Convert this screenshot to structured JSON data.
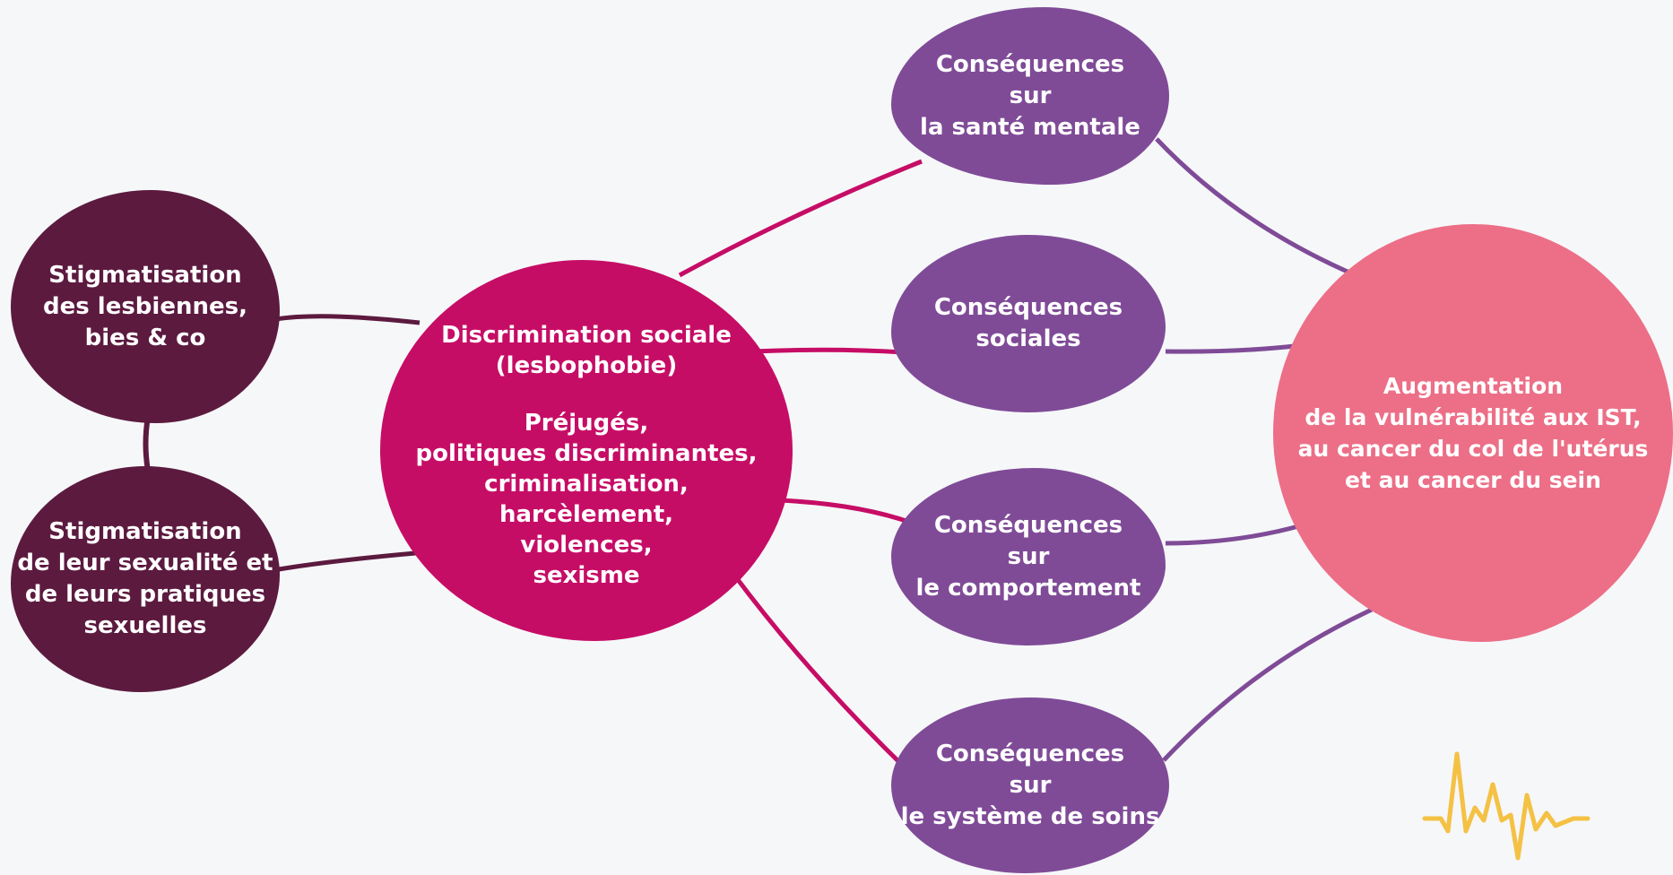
{
  "colors": {
    "background": "#f6f7f9",
    "dark_node": "#5c1a3f",
    "central_node": "#c60d66",
    "consequence_node": "#7f4b97",
    "outcome_node": "#ec6f87",
    "link_dark": "#5c1a3f",
    "link_magenta": "#c60d66",
    "link_purple": "#7f4b97",
    "pulse_icon": "#f4c144"
  },
  "nodes": {
    "stigmatisation_lesbiennes": [
      "Stigmatisation",
      "des lesbiennes,",
      "bies & co"
    ],
    "stigmatisation_sexualite": [
      "Stigmatisation",
      "de leur sexualité et",
      "de leurs pratiques",
      "sexuelles"
    ],
    "discrimination": {
      "title": [
        "Discrimination sociale",
        "(lesbophobie)"
      ],
      "items": [
        "Préjugés,",
        "politiques discriminantes,",
        "criminalisation,",
        "harcèlement,",
        "violences,",
        "sexisme"
      ]
    },
    "consequences_sante_mentale": [
      "Conséquences",
      "sur",
      "la santé mentale"
    ],
    "consequences_sociales": [
      "Conséquences",
      "sociales"
    ],
    "consequences_comportement": [
      "Conséquences",
      "sur",
      "le comportement"
    ],
    "consequences_systeme_soins": [
      "Conséquences",
      "sur",
      "le système de soins"
    ],
    "augmentation": [
      "Augmentation",
      "de la vulnérabilité aux IST,",
      "au cancer du col de l'utérus",
      "et au cancer du sein"
    ]
  },
  "icons": {
    "corner_icon": "heartbeat-pulse-icon"
  }
}
